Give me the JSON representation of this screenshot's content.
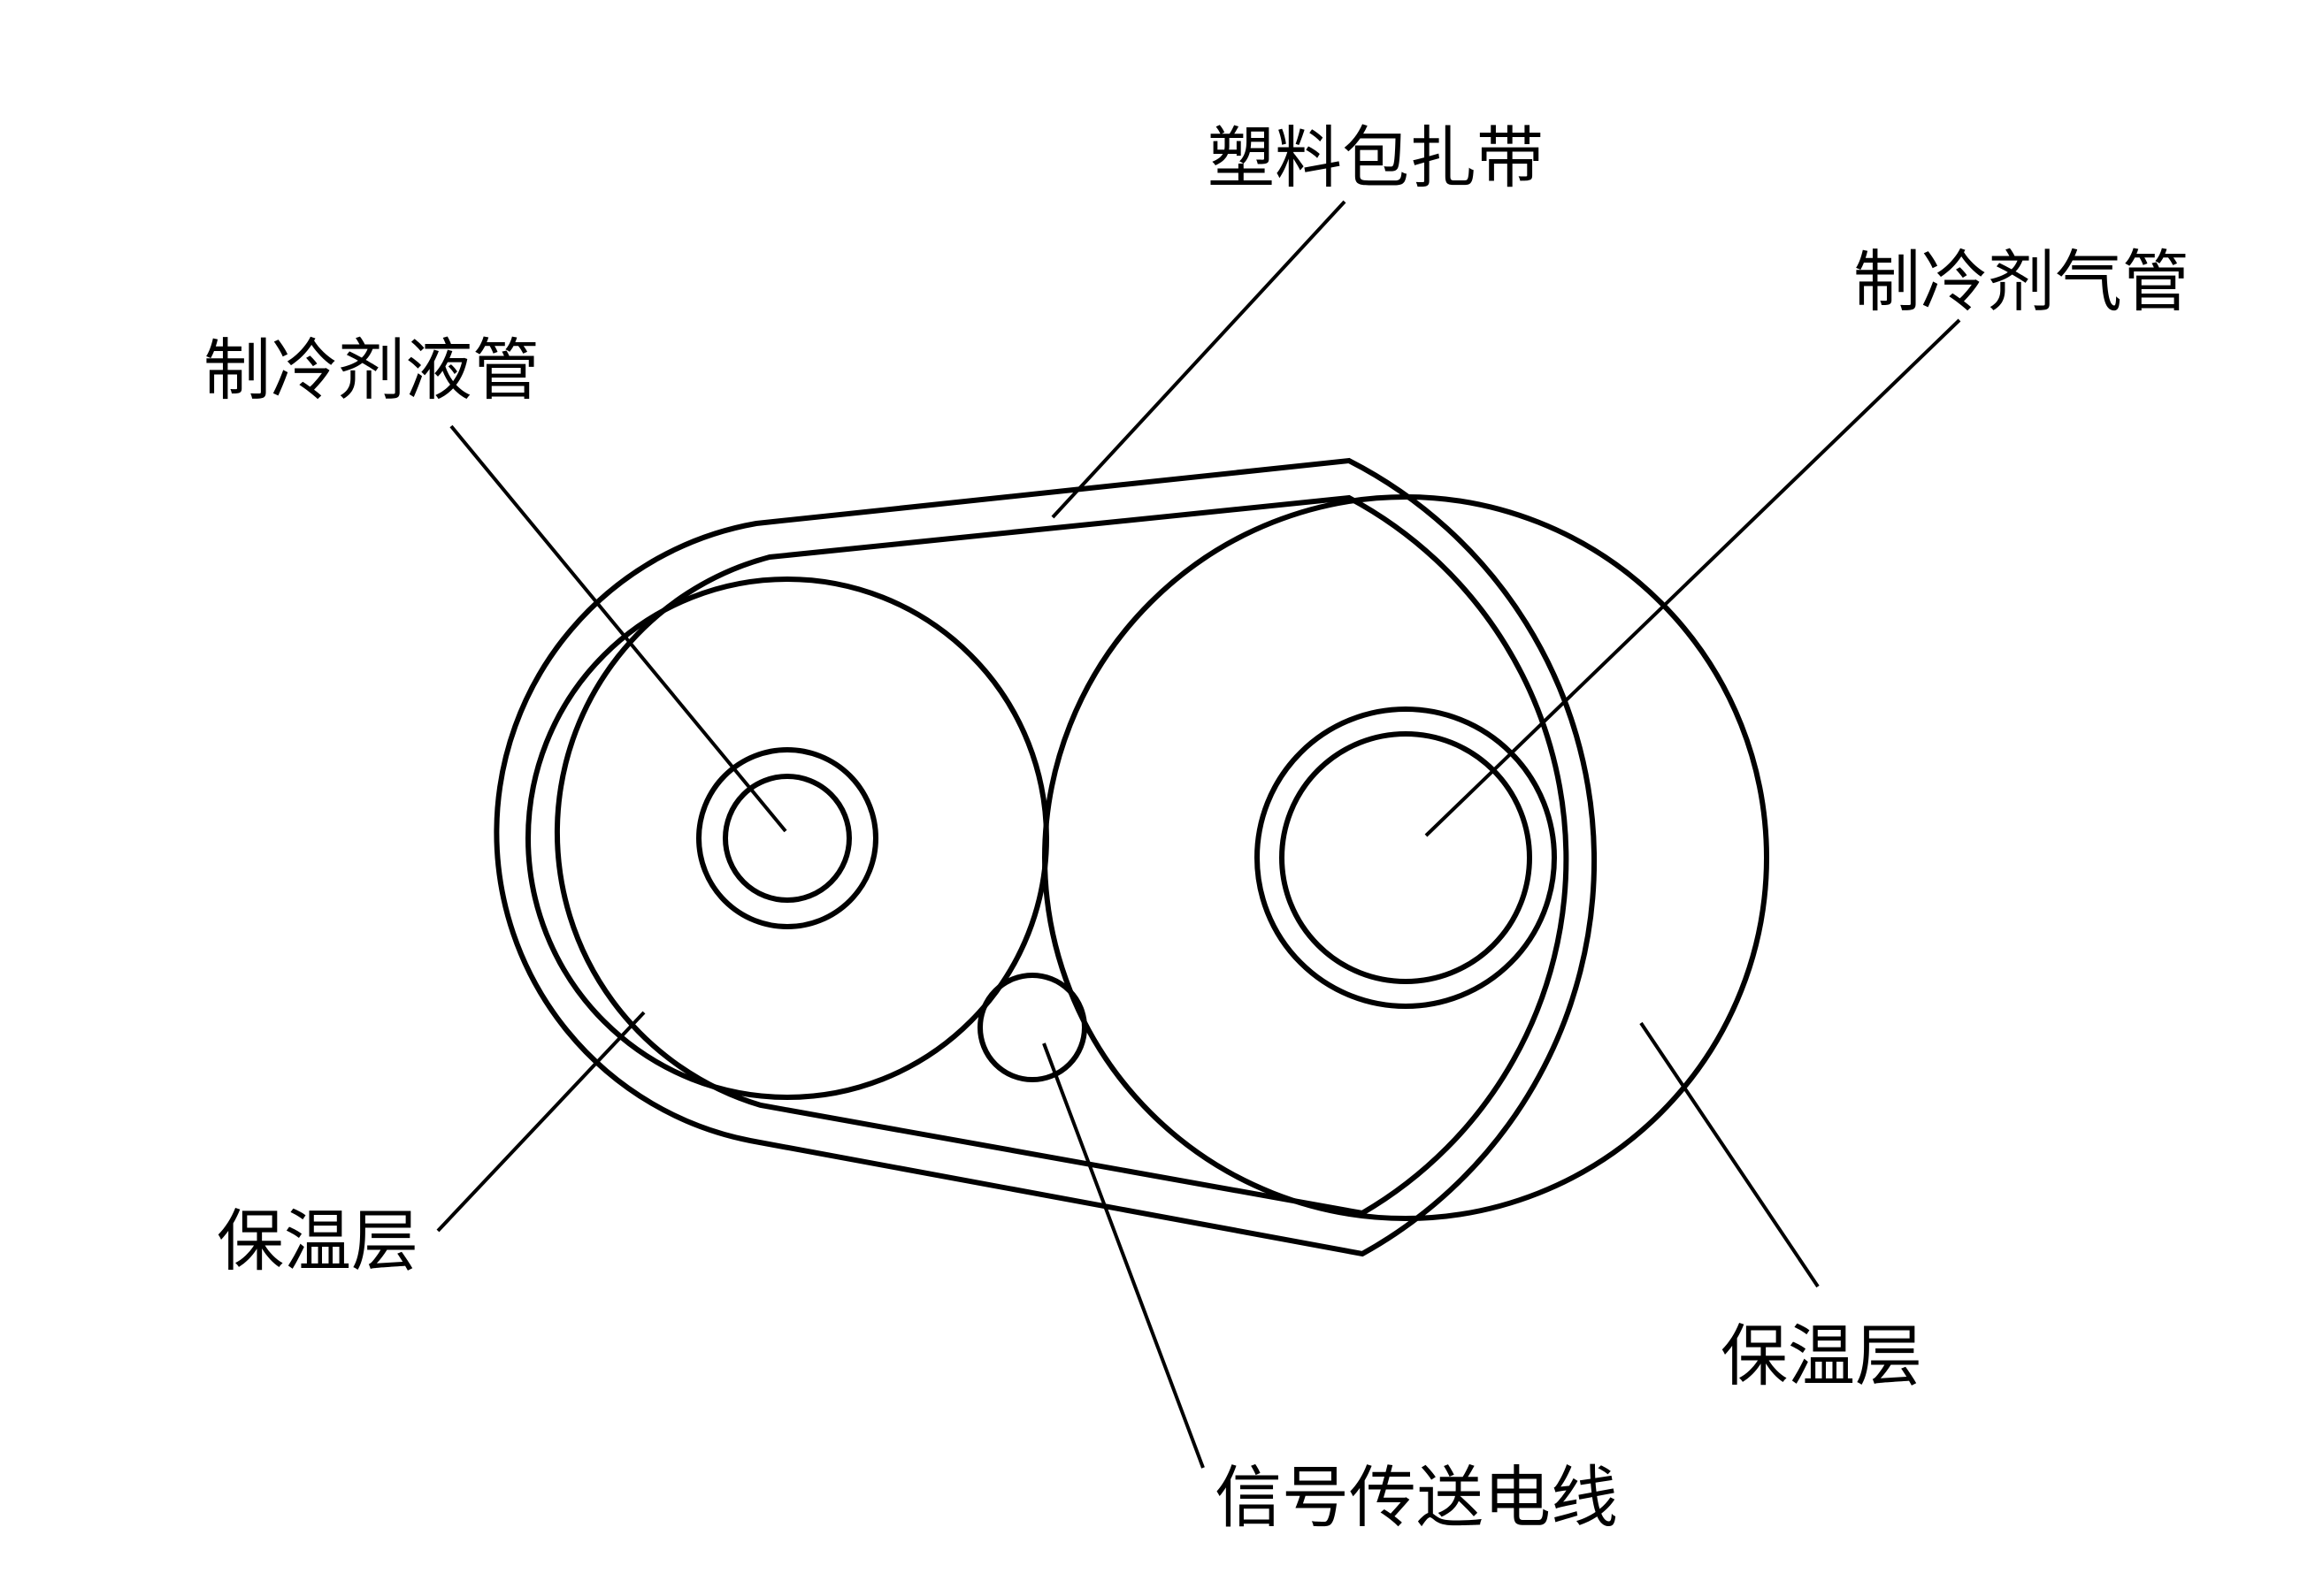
{
  "labels": {
    "wrap_band": "塑料包扎带",
    "liquid_pipe": "制冷剂液管",
    "gas_pipe": "制冷剂气管",
    "insulation_left": "保温层",
    "insulation_right": "保温层",
    "signal_wire": "信号传送电线"
  },
  "colors": {
    "line": "#000000",
    "background": "#ffffff"
  }
}
